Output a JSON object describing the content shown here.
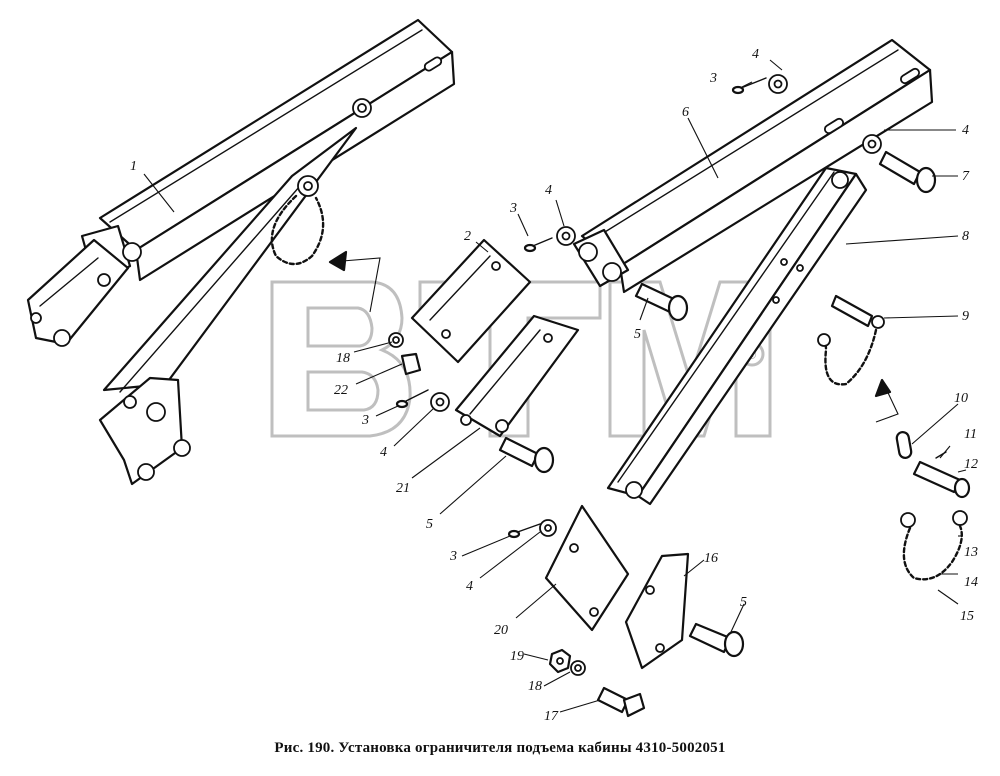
{
  "caption": "Рис. 190. Установка ограничителя подъема кабины 4310-5002051",
  "watermark": {
    "logo": "BTM",
    "mark": "®"
  },
  "callouts": [
    "1",
    "2",
    "3",
    "3",
    "3",
    "3",
    "4",
    "4",
    "4",
    "4",
    "4",
    "5",
    "5",
    "5",
    "6",
    "7",
    "8",
    "9",
    "10",
    "11",
    "12",
    "13",
    "14",
    "15",
    "16",
    "17",
    "18",
    "18",
    "19",
    "20",
    "21",
    "22"
  ]
}
